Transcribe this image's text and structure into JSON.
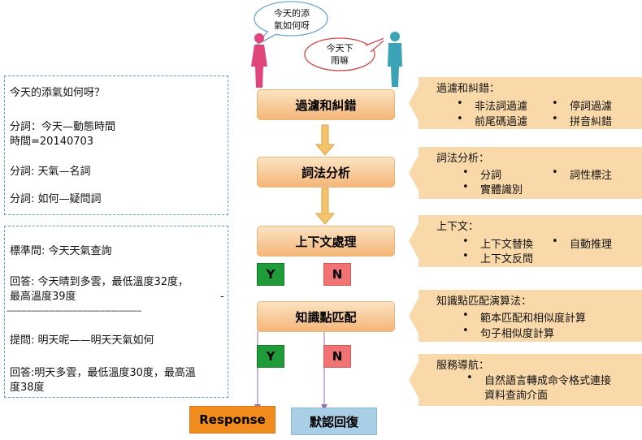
{
  "dialog_panel": {
    "question": "今天的添氣如何呀？",
    "seg1_a": "分詞：今天—動態時間",
    "seg1_b": "時間=20140703",
    "seg2": "分詞: 天氣—名詞",
    "seg3": "分詞: 如何—疑問詞"
  },
  "answer_panel": {
    "standard_q": "標準問: 今天天氣查詢",
    "answer1_a": "回答: 今天晴到多雲，最低溫度32度，",
    "answer1_b": "最高溫度39度",
    "answer1_dash": "-",
    "divider": "-------------------------------------------------------",
    "question2": "提問: 明天呢——明天天氣如何",
    "answer2_a": "回答:明天多雲，最低溫度30度，最高溫",
    "answer2_b": "度38度"
  },
  "bubbles": {
    "female": "今天的添\n氣如何呀",
    "male": "今天下\n雨嘛"
  },
  "steps": [
    {
      "label": "過濾和糾錯"
    },
    {
      "label": "詞法分析"
    },
    {
      "label": "上下文處理"
    },
    {
      "label": "知識點匹配"
    }
  ],
  "branches": {
    "yes1": "Y",
    "no1": "N",
    "yes2": "Y",
    "no2": "N"
  },
  "results": {
    "response": "Response",
    "default_reply": "默認回復"
  },
  "info_boxes": [
    {
      "title": "過濾和糾錯：",
      "items": [
        "非法詞過濾",
        "停詞過濾",
        "前尾碼過濾",
        "拼音糾錯"
      ]
    },
    {
      "title": "詞法分析：",
      "items": [
        "分詞",
        "詞性標注",
        "實體識別"
      ]
    },
    {
      "title": "上下文：",
      "items": [
        "上下文替換",
        "自動推理",
        "上下文反問"
      ]
    },
    {
      "title": "知識點匹配演算法：",
      "items": [
        "範本匹配和相似度計算",
        "句子相似度計算"
      ]
    },
    {
      "title": "服務導航：",
      "items": [
        "自然語言轉成命令格式連接",
        "資料查詢介面"
      ]
    }
  ],
  "colors": {
    "step_fill": "#f4b679",
    "info_fill": "#f9d9a9",
    "yes": "#1f9b3a",
    "no": "#f07373",
    "response_fill": "#f28c1e",
    "default_fill": "#a9cfe6",
    "panel_border": "#5a9fc9"
  }
}
